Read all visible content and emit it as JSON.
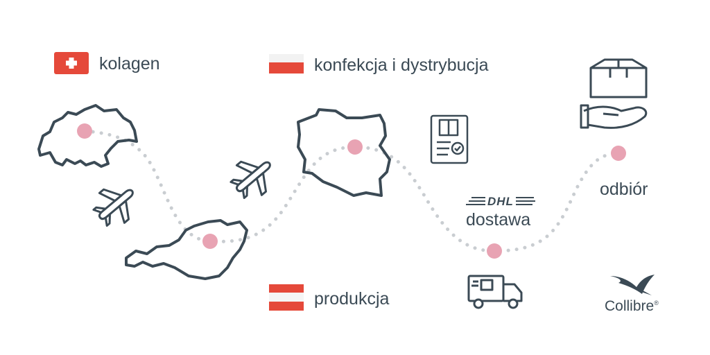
{
  "colors": {
    "ink": "#3b4a55",
    "flag_red": "#e5493a",
    "dot_pink": "#e8a3b3",
    "path_dots": "#c9cdd1"
  },
  "legend": {
    "kolagen": "kolagen",
    "konfekcja": "konfekcja i dystrybucja",
    "produkcja": "produkcja"
  },
  "route": {
    "dostawa": "dostawa",
    "odbior": "odbiór",
    "dhl": "DHL"
  },
  "brand": {
    "name": "Collibre",
    "mark": "®"
  },
  "icons": [
    "swiss-flag-icon",
    "polish-flag-icon",
    "austrian-flag-icon",
    "airplane-icon",
    "certificate-icon",
    "truck-icon",
    "box-hand-icon",
    "hummingbird-logo-icon"
  ]
}
